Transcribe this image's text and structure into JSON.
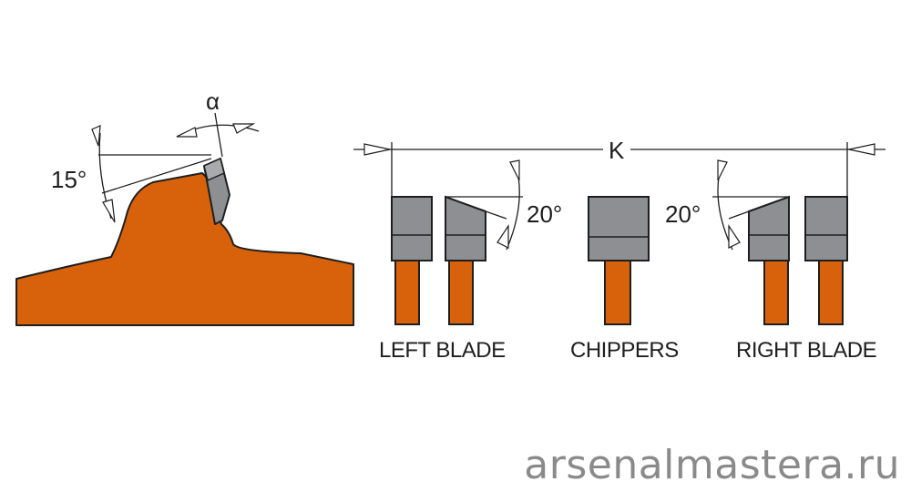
{
  "diagram": {
    "tooth_angle": "15°",
    "clearance_angle": "α",
    "dimension": "K",
    "left_bevel_angle": "20°",
    "right_bevel_angle": "20°",
    "left_blade_label": "LEFT BLADE",
    "chippers_label": "CHIPPERS",
    "right_blade_label": "RIGHT BLADE"
  },
  "watermark": "arsenalmastera.ru",
  "colors": {
    "body": "#d8620c",
    "carbide": "#8e8f92",
    "outline": "#1e1e1e"
  }
}
